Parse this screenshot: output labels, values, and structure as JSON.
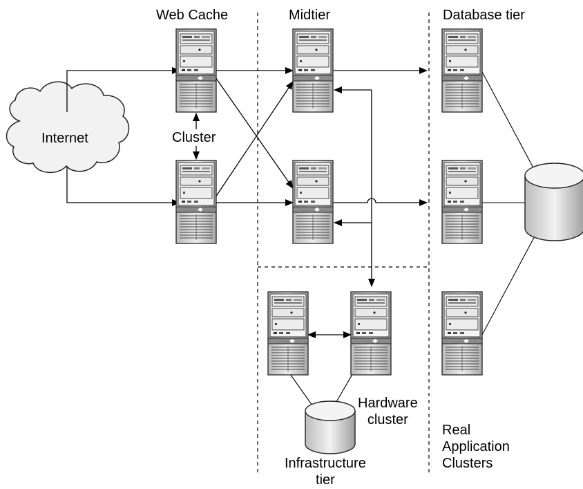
{
  "tiers": {
    "web_cache": "Web Cache",
    "midtier": "Midtier",
    "database": "Database tier"
  },
  "labels": {
    "internet": "Internet",
    "cluster": "Cluster",
    "hardware_cluster": "Hardware\ncluster",
    "infrastructure_tier": "Infrastructure\ntier",
    "real_application_clusters": "Real\nApplication\nClusters"
  }
}
